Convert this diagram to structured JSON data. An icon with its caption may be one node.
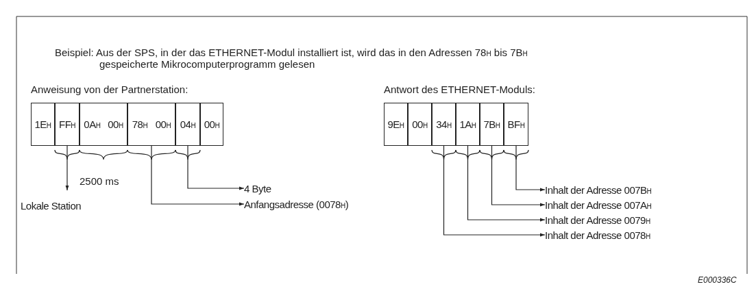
{
  "diagram": {
    "nodes": [
      {
        "text": [
          "1E$_{H}$"
        ]
      },
      {
        "text": [
          "FF$_{H}$"
        ]
      },
      {
        "text": [
          "0A$_{H}$",
          "00$_{H}$"
        ]
      },
      {
        "text": [
          "78$_{H}$",
          "00$_{H}$"
        ]
      },
      {
        "text": [
          "04$_{H}$"
        ]
      },
      {
        "text": [
          "00$_{H}$"
        ]
      },
      {
        "text": [
          "Lokale Station"
        ]
      },
      {
        "text": [
          "4 Byte"
        ]
      },
      {
        "text": [
          "Anfangsadresse (0078$_{H}$)"
        ]
      },
      {
        "text": [
          "9E$_{H}$"
        ]
      },
      {
        "text": [
          "00$_{H}$"
        ]
      },
      {
        "text": [
          "34$_{H}$"
        ]
      },
      {
        "text": [
          "1A$_{H}$"
        ]
      },
      {
        "text": [
          "7B$_{H}$"
        ]
      },
      {
        "text": [
          "BF$_{H}$"
        ]
      },
      {
        "text": [
          "Inhalt der Adresse 007B$_{H}$"
        ]
      },
      {
        "text": [
          "Inhalt der Adresse 007A$_{H}$"
        ]
      },
      {
        "text": [
          "Inhalt der Adresse 0079$_{H}$"
        ]
      },
      {
        "text": [
          "Inhalt der Adresse 0078$_{H}$"
        ]
      }
    ],
    "edges": [
      {
        "from": 1,
        "to": 6,
        "arrow": "to"
      },
      {
        "from": 4,
        "to": 7,
        "arrow": "to"
      },
      {
        "from": 3,
        "to": 8,
        "arrow": "to"
      },
      {
        "from": 14,
        "to": 15,
        "arrow": "to"
      },
      {
        "from": 13,
        "to": 16,
        "arrow": "to"
      },
      {
        "from": 12,
        "to": 17,
        "arrow": "to"
      },
      {
        "from": 11,
        "to": 18,
        "arrow": "to"
      }
    ],
    "labels": [
      "2500 ms",
      "Beispiel: Aus der SPS, in der das ETHERNET-Modul installiert ist, wird das in den Adressen 78$_{H}$ bis 7B$_{H}$ gespeicherte Mikrocomputerprogramm gelesen",
      "Anweisung von der Partnerstation:",
      "Antwort des ETHERNET-Moduls:",
      "E000336C"
    ]
  }
}
